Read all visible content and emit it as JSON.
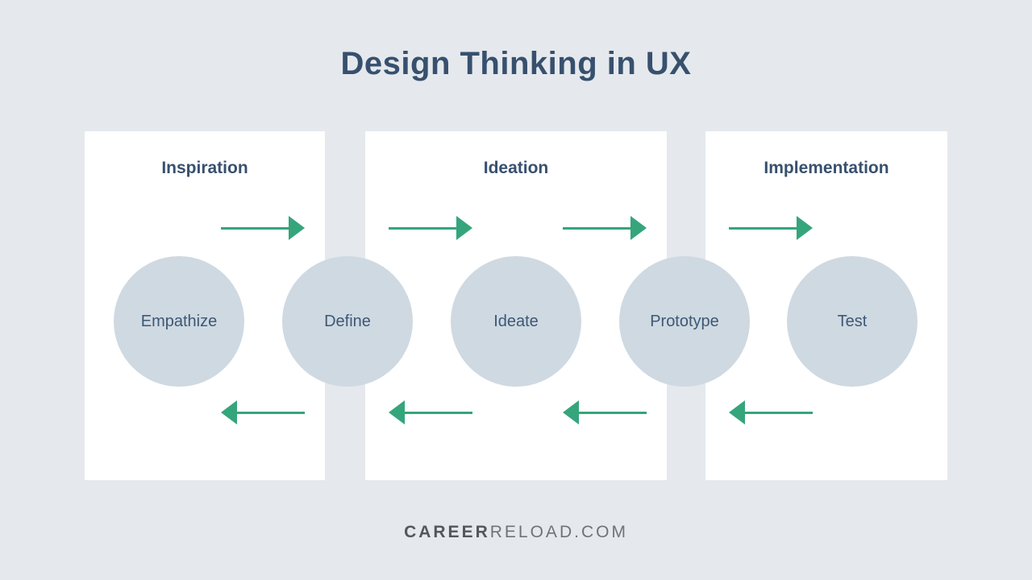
{
  "title": "Design Thinking in UX",
  "phases": [
    {
      "label": "Inspiration"
    },
    {
      "label": "Ideation"
    },
    {
      "label": "Implementation"
    }
  ],
  "steps": [
    {
      "label": "Empathize"
    },
    {
      "label": "Define"
    },
    {
      "label": "Ideate"
    },
    {
      "label": "Prototype"
    },
    {
      "label": "Test"
    }
  ],
  "arrows": {
    "top_row_direction": "right",
    "top_row_count": 4,
    "bottom_row_direction": "left",
    "bottom_row_count": 4
  },
  "icons": {
    "flow-arrow-right": "→",
    "flow-arrow-left": "←"
  },
  "footer": {
    "brand_bold": "CAREER",
    "brand_light": "RELOAD.COM"
  },
  "colors": {
    "background": "#E5E9ED",
    "panel": "#FFFFFF",
    "circle_fill": "#CFD9E2",
    "navy_text": "#37506E",
    "circle_text": "#3D5875",
    "arrow_green": "#35A57C",
    "footer_bold": "#53575C",
    "footer_light": "#6E7378"
  }
}
